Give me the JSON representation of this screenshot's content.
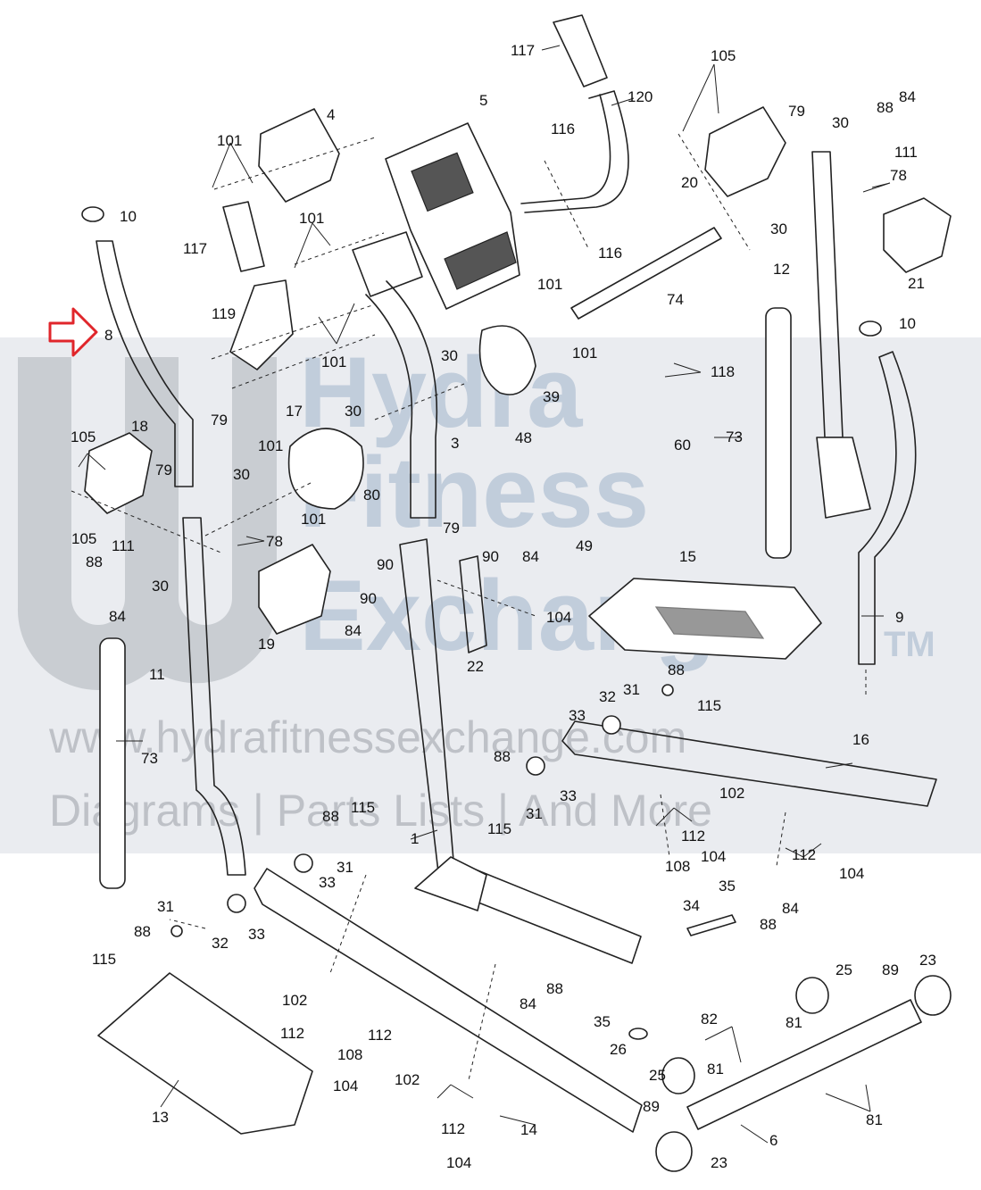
{
  "watermark": {
    "line1": "Hydra",
    "line2": "Fitness",
    "line3": "Exchange",
    "trademark": "TM",
    "url": "www.hydrafitnessexchange.com",
    "tagline": "Diagrams | Parts Lists | And More"
  },
  "callouts": {
    "c117a": "117",
    "c120": "120",
    "c105a": "105",
    "c84a": "84",
    "c88a": "88",
    "c79a": "79",
    "c30a": "30",
    "c111a": "111",
    "c4": "4",
    "c5": "5",
    "c116a": "116",
    "c20": "20",
    "c78a": "78",
    "c101a": "101",
    "c10a": "10",
    "c101b": "101",
    "c117b": "117",
    "c116b": "116",
    "c30b": "30",
    "c21": "21",
    "c12": "12",
    "c119": "119",
    "c101c": "101",
    "c74": "74",
    "c8": "8",
    "c101d": "101",
    "c10b": "10",
    "c79b": "79",
    "c30c": "30",
    "c101e": "101",
    "c118": "118",
    "c39": "39",
    "c17": "17",
    "c30d": "30",
    "c18": "18",
    "c105b": "105",
    "c101f": "101",
    "c3": "3",
    "c73a": "73",
    "c79c": "79",
    "c30e": "30",
    "c48": "48",
    "c60": "60",
    "c101g": "101",
    "c80": "80",
    "c105c": "105",
    "c111b": "111",
    "c78b": "78",
    "c88b": "88",
    "c30f": "30",
    "c90a": "90",
    "c79d": "79",
    "c90b": "90",
    "c84b": "84",
    "c49": "49",
    "c84c": "84",
    "c19": "19",
    "c15": "15",
    "c84d": "84",
    "c104a": "104",
    "c11": "11",
    "c90c": "90",
    "c22": "22",
    "c9": "9",
    "c88c": "88",
    "c31a": "31",
    "c32a": "32",
    "c115a": "115",
    "c33a": "33",
    "c73b": "73",
    "c16": "16",
    "c88d": "88",
    "c33b": "33",
    "c31b": "31",
    "c115b": "115",
    "c102a": "102",
    "c88e": "88",
    "c115c": "115",
    "c112a": "112",
    "c104b": "104",
    "c1": "1",
    "c31c": "31",
    "c33c": "33",
    "c108a": "108",
    "c112b": "112",
    "c104c": "104",
    "c31d": "31",
    "c35a": "35",
    "c34": "34",
    "c84e": "84",
    "c88f": "88",
    "c32b": "32",
    "c33d": "33",
    "c115d": "115",
    "c25a": "25",
    "c89a": "89",
    "c23a": "23",
    "c84f": "84",
    "c88g": "88",
    "c35b": "35",
    "c102b": "102",
    "c112c": "112",
    "c108b": "108",
    "c112d": "112",
    "c82": "82",
    "c81a": "81",
    "c26": "26",
    "c104d": "104",
    "c25b": "25",
    "c81b": "81",
    "c102c": "102",
    "c13": "13",
    "c112e": "112",
    "c89b": "89",
    "c81c": "81",
    "c14": "14",
    "c6": "6",
    "c104e": "104",
    "c23b": "23"
  },
  "colors": {
    "line": "#222222",
    "indicator_arrow": "#e0262b",
    "watermark_text": "#5a7fa8",
    "watermark_band": "#d9dde3"
  }
}
